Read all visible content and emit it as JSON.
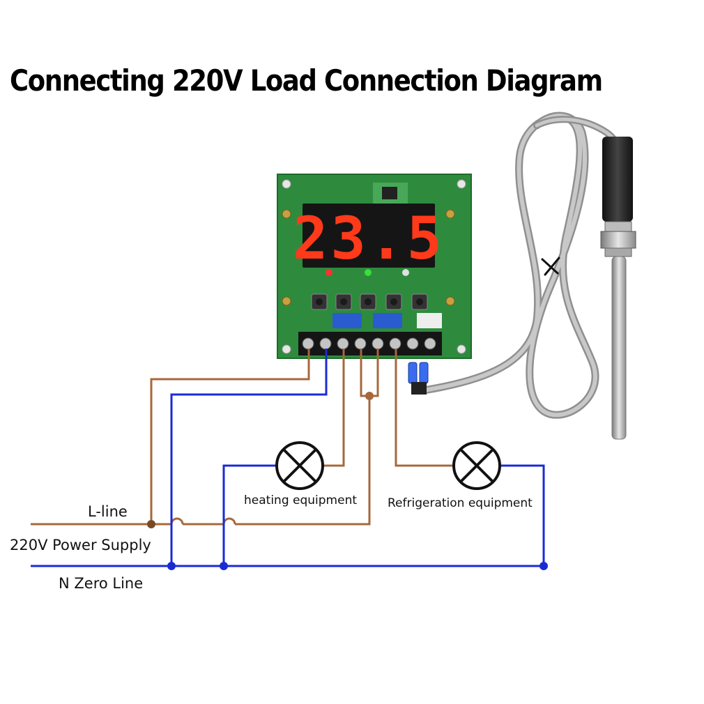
{
  "title": "Connecting 220V Load Connection Diagram",
  "display": {
    "reading": "23.5"
  },
  "labels": {
    "l_line": "L-line",
    "power_supply": "220V Power Supply",
    "n_line": "N Zero Line",
    "heating": "heating equipment",
    "refrigeration": "Refrigeration equipment"
  },
  "colors": {
    "live_wire": "#a5683c",
    "neutral_wire": "#1a2bd4",
    "pcb": "#2e8b3e",
    "digit": "#ff3a1a"
  }
}
